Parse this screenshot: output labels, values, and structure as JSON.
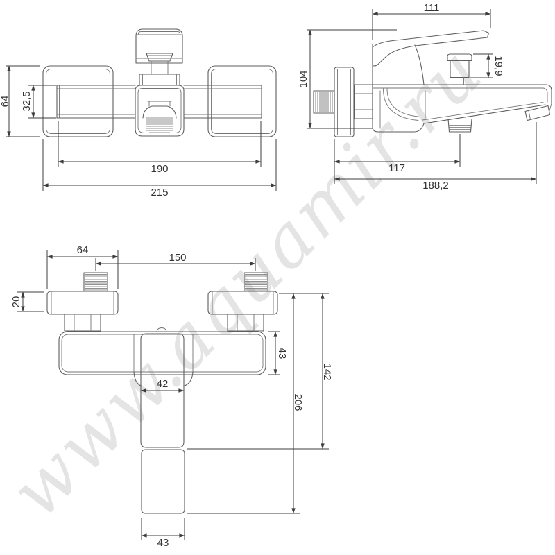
{
  "watermark": {
    "text": "www.aquamir.ru"
  },
  "front_view": {
    "dims": {
      "plate_height": "64",
      "body_offset": "32,5",
      "pipe_span": "190",
      "total_width": "215"
    }
  },
  "side_view": {
    "dims": {
      "handle_length": "111",
      "total_height": "104",
      "diverter_height": "19,9",
      "shower_outlet_offset": "117",
      "spout_reach": "188,2"
    }
  },
  "top_view": {
    "dims": {
      "plate_width": "64",
      "inlet_spacing": "150",
      "plate_thickness": "20",
      "body_depth": "43",
      "spout_inner_width": "42",
      "spout_upper_length": "142",
      "spout_total_length": "206",
      "spout_width": "43"
    }
  }
}
